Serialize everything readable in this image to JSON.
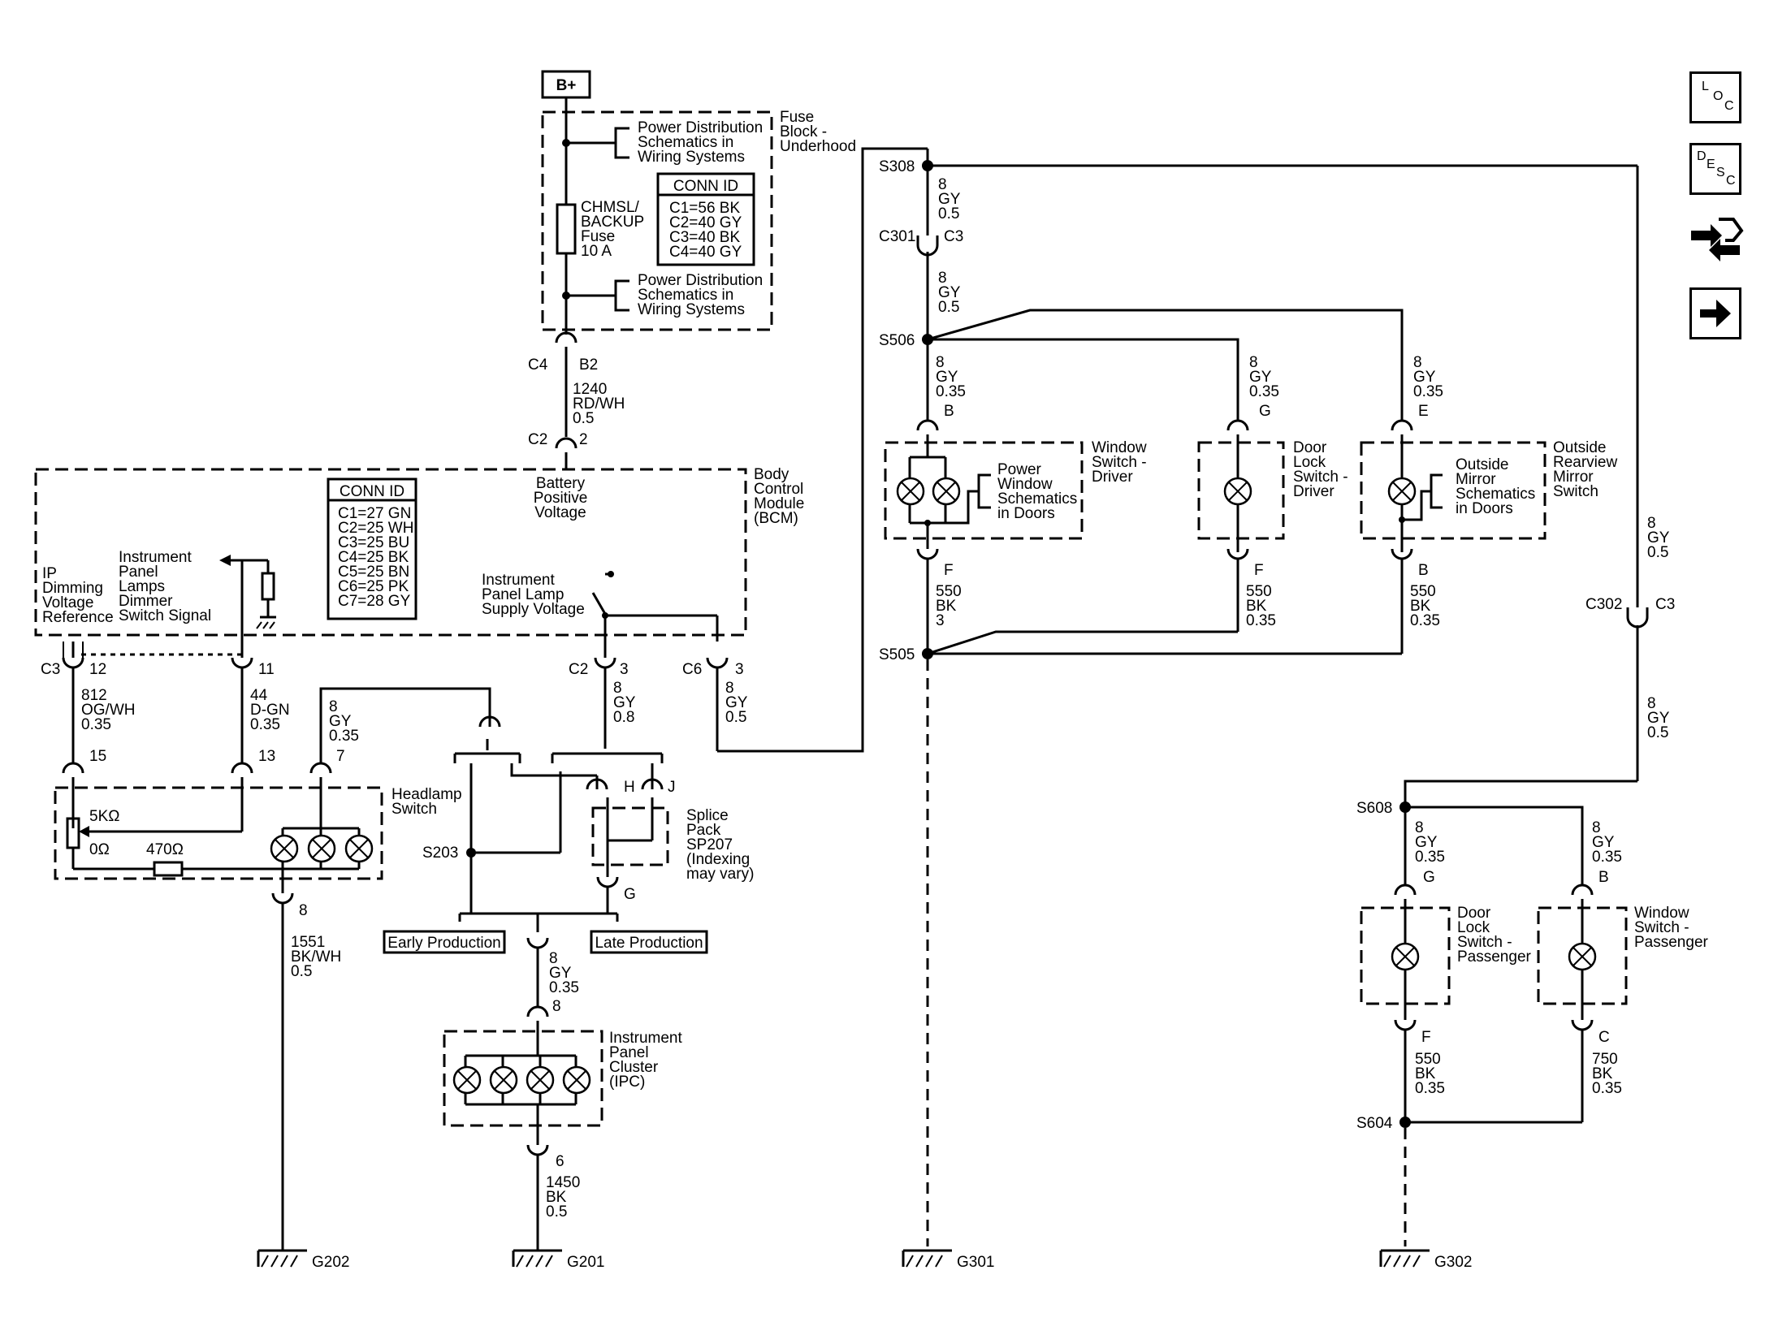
{
  "supply": {
    "b_plus": "B+"
  },
  "fuse_block": {
    "title": [
      "Fuse",
      "Block -",
      "Underhood"
    ],
    "ref_top": [
      "Power Distribution",
      "Schematics in",
      "Wiring Systems"
    ],
    "ref_bottom": [
      "Power Distribution",
      "Schematics in",
      "Wiring Systems"
    ],
    "fuse": [
      "CHMSL/",
      "BACKUP",
      "Fuse",
      "10 A"
    ],
    "conn_header": "CONN ID",
    "conn_rows": [
      "C1=56 BK",
      "C2=40 GY",
      "C3=40 BK",
      "C4=40 GY"
    ]
  },
  "bcm": {
    "title": [
      "Body",
      "Control",
      "Module",
      "(BCM)"
    ],
    "battery": [
      "Battery",
      "Positive",
      "Voltage"
    ],
    "conn_header": "CONN ID",
    "conn_rows": [
      "C1=27 GN",
      "C2=25 WH",
      "C3=25 BU",
      "C4=25 BK",
      "C5=25 BN",
      "C6=25 PK",
      "C7=28 GY"
    ],
    "ip_ref": [
      "IP",
      "Dimming",
      "Voltage",
      "Reference"
    ],
    "dimmer": [
      "Instrument",
      "Panel",
      "Lamps",
      "Dimmer",
      "Switch Signal"
    ],
    "supply_v": [
      "Instrument",
      "Panel Lamp",
      "Supply Voltage"
    ]
  },
  "connectors": {
    "c4": "C4",
    "b2": "B2",
    "c2a": "C2",
    "pin2": "2",
    "c3": "C3",
    "pin12": "12",
    "pin11": "11",
    "c2b": "C2",
    "pin3a": "3",
    "c6": "C6",
    "pin3b": "3",
    "pin15": "15",
    "pin13": "13",
    "pin7": "7",
    "pin8": "8",
    "h": "H",
    "j": "J",
    "g": "G",
    "ipc8": "8",
    "ipc6": "6"
  },
  "wires": {
    "fuse_out": [
      "1240",
      "RD/WH",
      "0.5"
    ],
    "w812": [
      "812",
      "OG/WH",
      "0.35"
    ],
    "w44": [
      "44",
      "D-GN",
      "0.35"
    ],
    "w8gy_hl": [
      "8",
      "GY",
      "0.35"
    ],
    "w8gy_c2": [
      "8",
      "GY",
      "0.8"
    ],
    "w8gy_c6": [
      "8",
      "GY",
      "0.5"
    ],
    "w1551": [
      "1551",
      "BK/WH",
      "0.5"
    ],
    "w8gy_ipc": [
      "8",
      "GY",
      "0.35"
    ],
    "w1450": [
      "1450",
      "BK",
      "0.5"
    ]
  },
  "headlamp": {
    "title": [
      "Headlamp",
      "Switch"
    ],
    "r5k": "5KΩ",
    "r0": "0Ω",
    "r470": "470Ω"
  },
  "splice": {
    "s203": "S203",
    "pack": [
      "Splice",
      "Pack",
      "SP207",
      "(Indexing",
      "may vary)"
    ],
    "early": "Early Production",
    "late": "Late Production"
  },
  "ipc": {
    "title": [
      "Instrument",
      "Panel",
      "Cluster",
      "(IPC)"
    ]
  },
  "grounds": {
    "g202": "G202",
    "g201": "G201",
    "g301": "G301",
    "g302": "G302"
  },
  "driver": {
    "s308": "S308",
    "w8a": [
      "8",
      "GY",
      "0.5"
    ],
    "c301": "C301",
    "c301pin": "C3",
    "w8b": [
      "8",
      "GY",
      "0.5"
    ],
    "s506": "S506",
    "w_ws": [
      "8",
      "GY",
      "0.35"
    ],
    "ws_in": "B",
    "ws_out": "F",
    "w_dl": [
      "8",
      "GY",
      "0.35"
    ],
    "dl_in": "G",
    "dl_out": "F",
    "w_om": [
      "8",
      "GY",
      "0.35"
    ],
    "om_in": "E",
    "om_out": "B",
    "ws_title": [
      "Window",
      "Switch -",
      "Driver"
    ],
    "ws_ref": [
      "Power",
      "Window",
      "Schematics",
      "in Doors"
    ],
    "dl_title": [
      "Door",
      "Lock",
      "Switch -",
      "Driver"
    ],
    "om_title": [
      "Outside",
      "Rearview",
      "Mirror",
      "Switch"
    ],
    "om_ref": [
      "Outside",
      "Mirror",
      "Schematics",
      "in Doors"
    ],
    "w550a": [
      "550",
      "BK",
      "3"
    ],
    "w550b": [
      "550",
      "BK",
      "0.35"
    ],
    "w550c": [
      "550",
      "BK",
      "0.35"
    ],
    "s505": "S505"
  },
  "passenger": {
    "w8c": [
      "8",
      "GY",
      "0.5"
    ],
    "c302": "C302",
    "c302pin": "C3",
    "w8d": [
      "8",
      "GY",
      "0.5"
    ],
    "s608": "S608",
    "w_dl": [
      "8",
      "GY",
      "0.35"
    ],
    "dl_in": "G",
    "dl_out": "F",
    "w_ws": [
      "8",
      "GY",
      "0.35"
    ],
    "ws_in": "B",
    "ws_out": "C",
    "dl_title": [
      "Door",
      "Lock",
      "Switch -",
      "Passenger"
    ],
    "ws_title": [
      "Window",
      "Switch -",
      "Passenger"
    ],
    "w550": [
      "550",
      "BK",
      "0.35"
    ],
    "w750": [
      "750",
      "BK",
      "0.35"
    ],
    "s604": "S604"
  },
  "nav": {
    "loc": [
      "L",
      "O",
      "C"
    ],
    "desc": [
      "D",
      "E",
      "S",
      "C"
    ]
  }
}
